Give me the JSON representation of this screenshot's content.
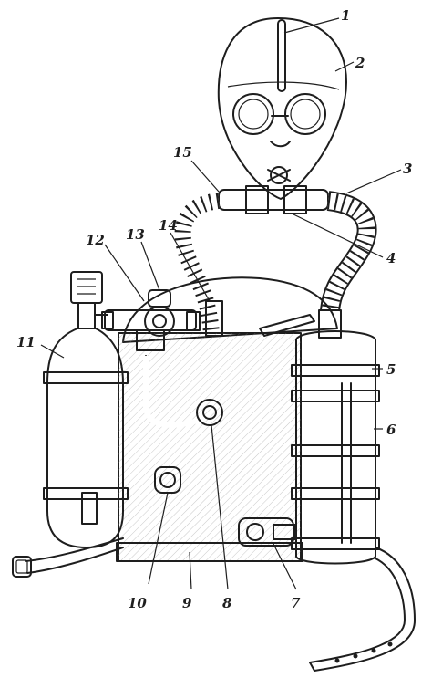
{
  "figure": {
    "callouts": [
      {
        "id": "1",
        "label": "1"
      },
      {
        "id": "2",
        "label": "2"
      },
      {
        "id": "3",
        "label": "3"
      },
      {
        "id": "4",
        "label": "4"
      },
      {
        "id": "5",
        "label": "5"
      },
      {
        "id": "6",
        "label": "6"
      },
      {
        "id": "7",
        "label": "7"
      },
      {
        "id": "8",
        "label": "8"
      },
      {
        "id": "9",
        "label": "9"
      },
      {
        "id": "10",
        "label": "10"
      },
      {
        "id": "11",
        "label": "11"
      },
      {
        "id": "12",
        "label": "12"
      },
      {
        "id": "13",
        "label": "13"
      },
      {
        "id": "14",
        "label": "14"
      },
      {
        "id": "15",
        "label": "15"
      }
    ]
  },
  "colors": {
    "ink": "#1e1e1e",
    "paper": "#ffffff",
    "shade": "#cfcfcf"
  }
}
